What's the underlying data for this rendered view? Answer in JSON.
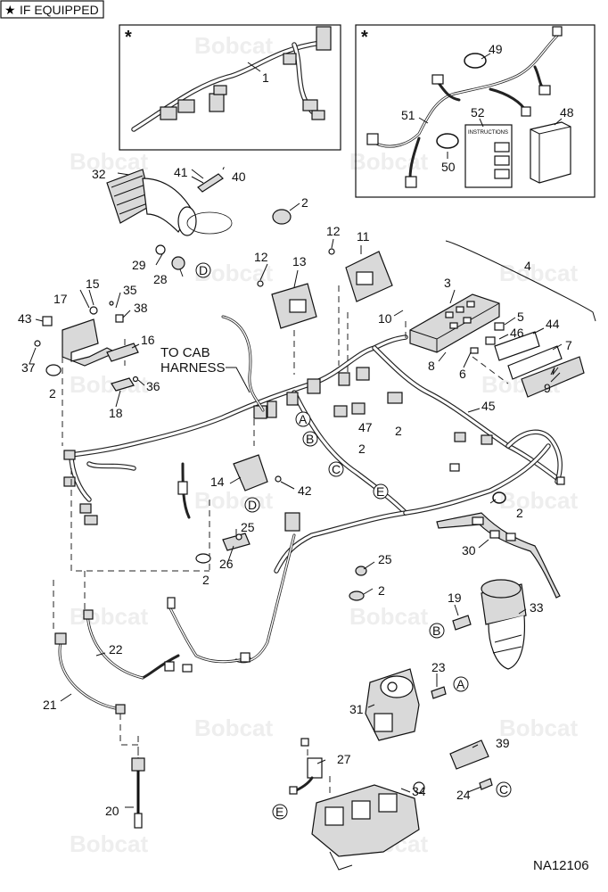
{
  "header": {
    "equipped_mark": "★",
    "equipped_label": "IF EQUIPPED"
  },
  "inset_marks": [
    "*",
    "*"
  ],
  "watermark_text": "Bobcat",
  "figure_id": "NA12106",
  "cab_harness_label": [
    "TO CAB",
    "HARNESS"
  ],
  "part_labels": [
    "1",
    "2",
    "3",
    "4",
    "5",
    "6",
    "7",
    "8",
    "9",
    "10",
    "11",
    "12",
    "13",
    "14",
    "15",
    "16",
    "17",
    "18",
    "19",
    "20",
    "21",
    "22",
    "23",
    "24",
    "25",
    "26",
    "27",
    "28",
    "29",
    "30",
    "31",
    "32",
    "33",
    "34",
    "35",
    "36",
    "37",
    "38",
    "39",
    "40",
    "41",
    "42",
    "43",
    "44",
    "45",
    "46",
    "47",
    "48",
    "49",
    "50",
    "51",
    "52"
  ],
  "instructions_label": "INSTRUCTIONS",
  "connector_letters": [
    "A",
    "B",
    "C",
    "D",
    "E"
  ],
  "colors": {
    "line": "#111111",
    "watermark": "#eeeeee",
    "part_fill": "#d9d9d9",
    "background": "#ffffff"
  }
}
